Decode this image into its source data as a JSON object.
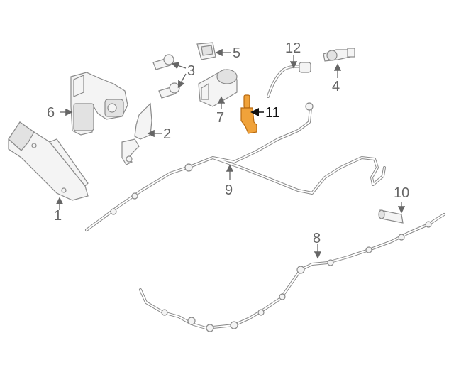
{
  "diagram": {
    "callouts": [
      {
        "id": "1",
        "label": "1"
      },
      {
        "id": "2",
        "label": "2"
      },
      {
        "id": "3",
        "label": "3"
      },
      {
        "id": "4",
        "label": "4"
      },
      {
        "id": "5",
        "label": "5"
      },
      {
        "id": "6",
        "label": "6"
      },
      {
        "id": "7",
        "label": "7"
      },
      {
        "id": "8",
        "label": "8"
      },
      {
        "id": "9",
        "label": "9"
      },
      {
        "id": "10",
        "label": "10"
      },
      {
        "id": "11",
        "label": "11",
        "highlighted": true
      },
      {
        "id": "12",
        "label": "12"
      }
    ],
    "colors": {
      "highlight": "#f0a23a",
      "line": "#8a8a8a",
      "label": "#666666",
      "highlight_label": "#111111"
    }
  }
}
